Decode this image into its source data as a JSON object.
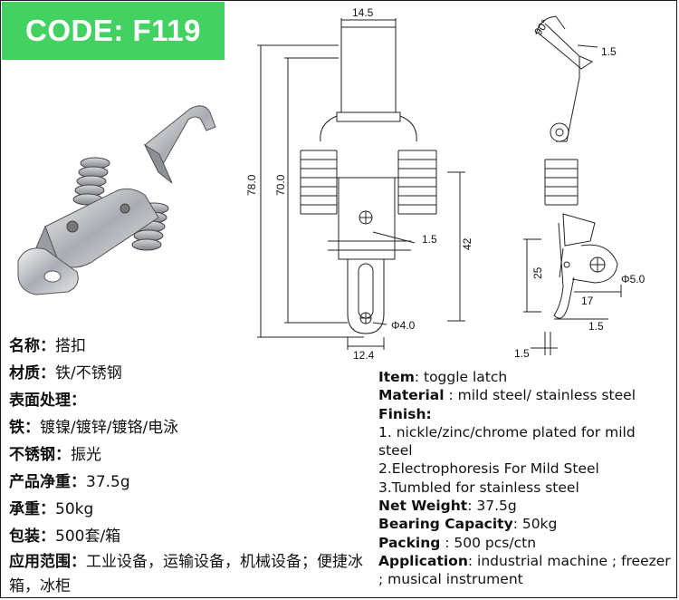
{
  "badge": {
    "label": "CODE: F119",
    "color": "#43d262"
  },
  "drawing": {
    "dims": {
      "top_width": "14.5",
      "overall_length": "78.0",
      "inner_length": "70.0",
      "hole_offset": "42",
      "thickness_front": "1.5",
      "hole_dia": "Φ4.0",
      "bottom_width": "12.4",
      "angle": "90°",
      "thickness_top": "1.5",
      "side_height": "25",
      "side_hole_dia": "Φ5.0",
      "side_depth": "17",
      "thickness_side": "1.5",
      "thickness_bottom": "1.5"
    }
  },
  "cn": {
    "name_k": "名称：",
    "name_v": "搭扣",
    "material_k": "材质：",
    "material_v": "铁/不锈钢",
    "surface_k": "表面处理：",
    "iron_k": "铁：",
    "iron_v": "镀镍/镀锌/镀铬/电泳",
    "ss_k": "不锈钢：",
    "ss_v": "振光",
    "weight_k": "产品净重：",
    "weight_v": "37.5g",
    "load_k": "承重：",
    "load_v": "50kg",
    "pack_k": "包装：",
    "pack_v": "500套/箱",
    "app_k": "应用范围：",
    "app_v": "工业设备，运输设备，机械设备；便捷冰箱，冰柜"
  },
  "en": {
    "item_k": "Item",
    "item_v": ": toggle latch",
    "material_k": "Material",
    "material_v": " : mild steel/ stainless steel",
    "finish_k": "Finish:",
    "finish_1": "1. nickle/zinc/chrome plated for mild steel",
    "finish_2": "2.Electrophoresis For Mild Steel",
    "finish_3": "3.Tumbled for stainless steel",
    "weight_k": "Net Weight",
    "weight_v": ": 37.5g",
    "load_k": "Bearing Capacity",
    "load_v": ": 50kg",
    "pack_k": "Packing",
    "pack_v": " : 500 pcs/ctn",
    "app_k": "Application",
    "app_v": ": industrial machine ; freezer ; musical instrument"
  }
}
